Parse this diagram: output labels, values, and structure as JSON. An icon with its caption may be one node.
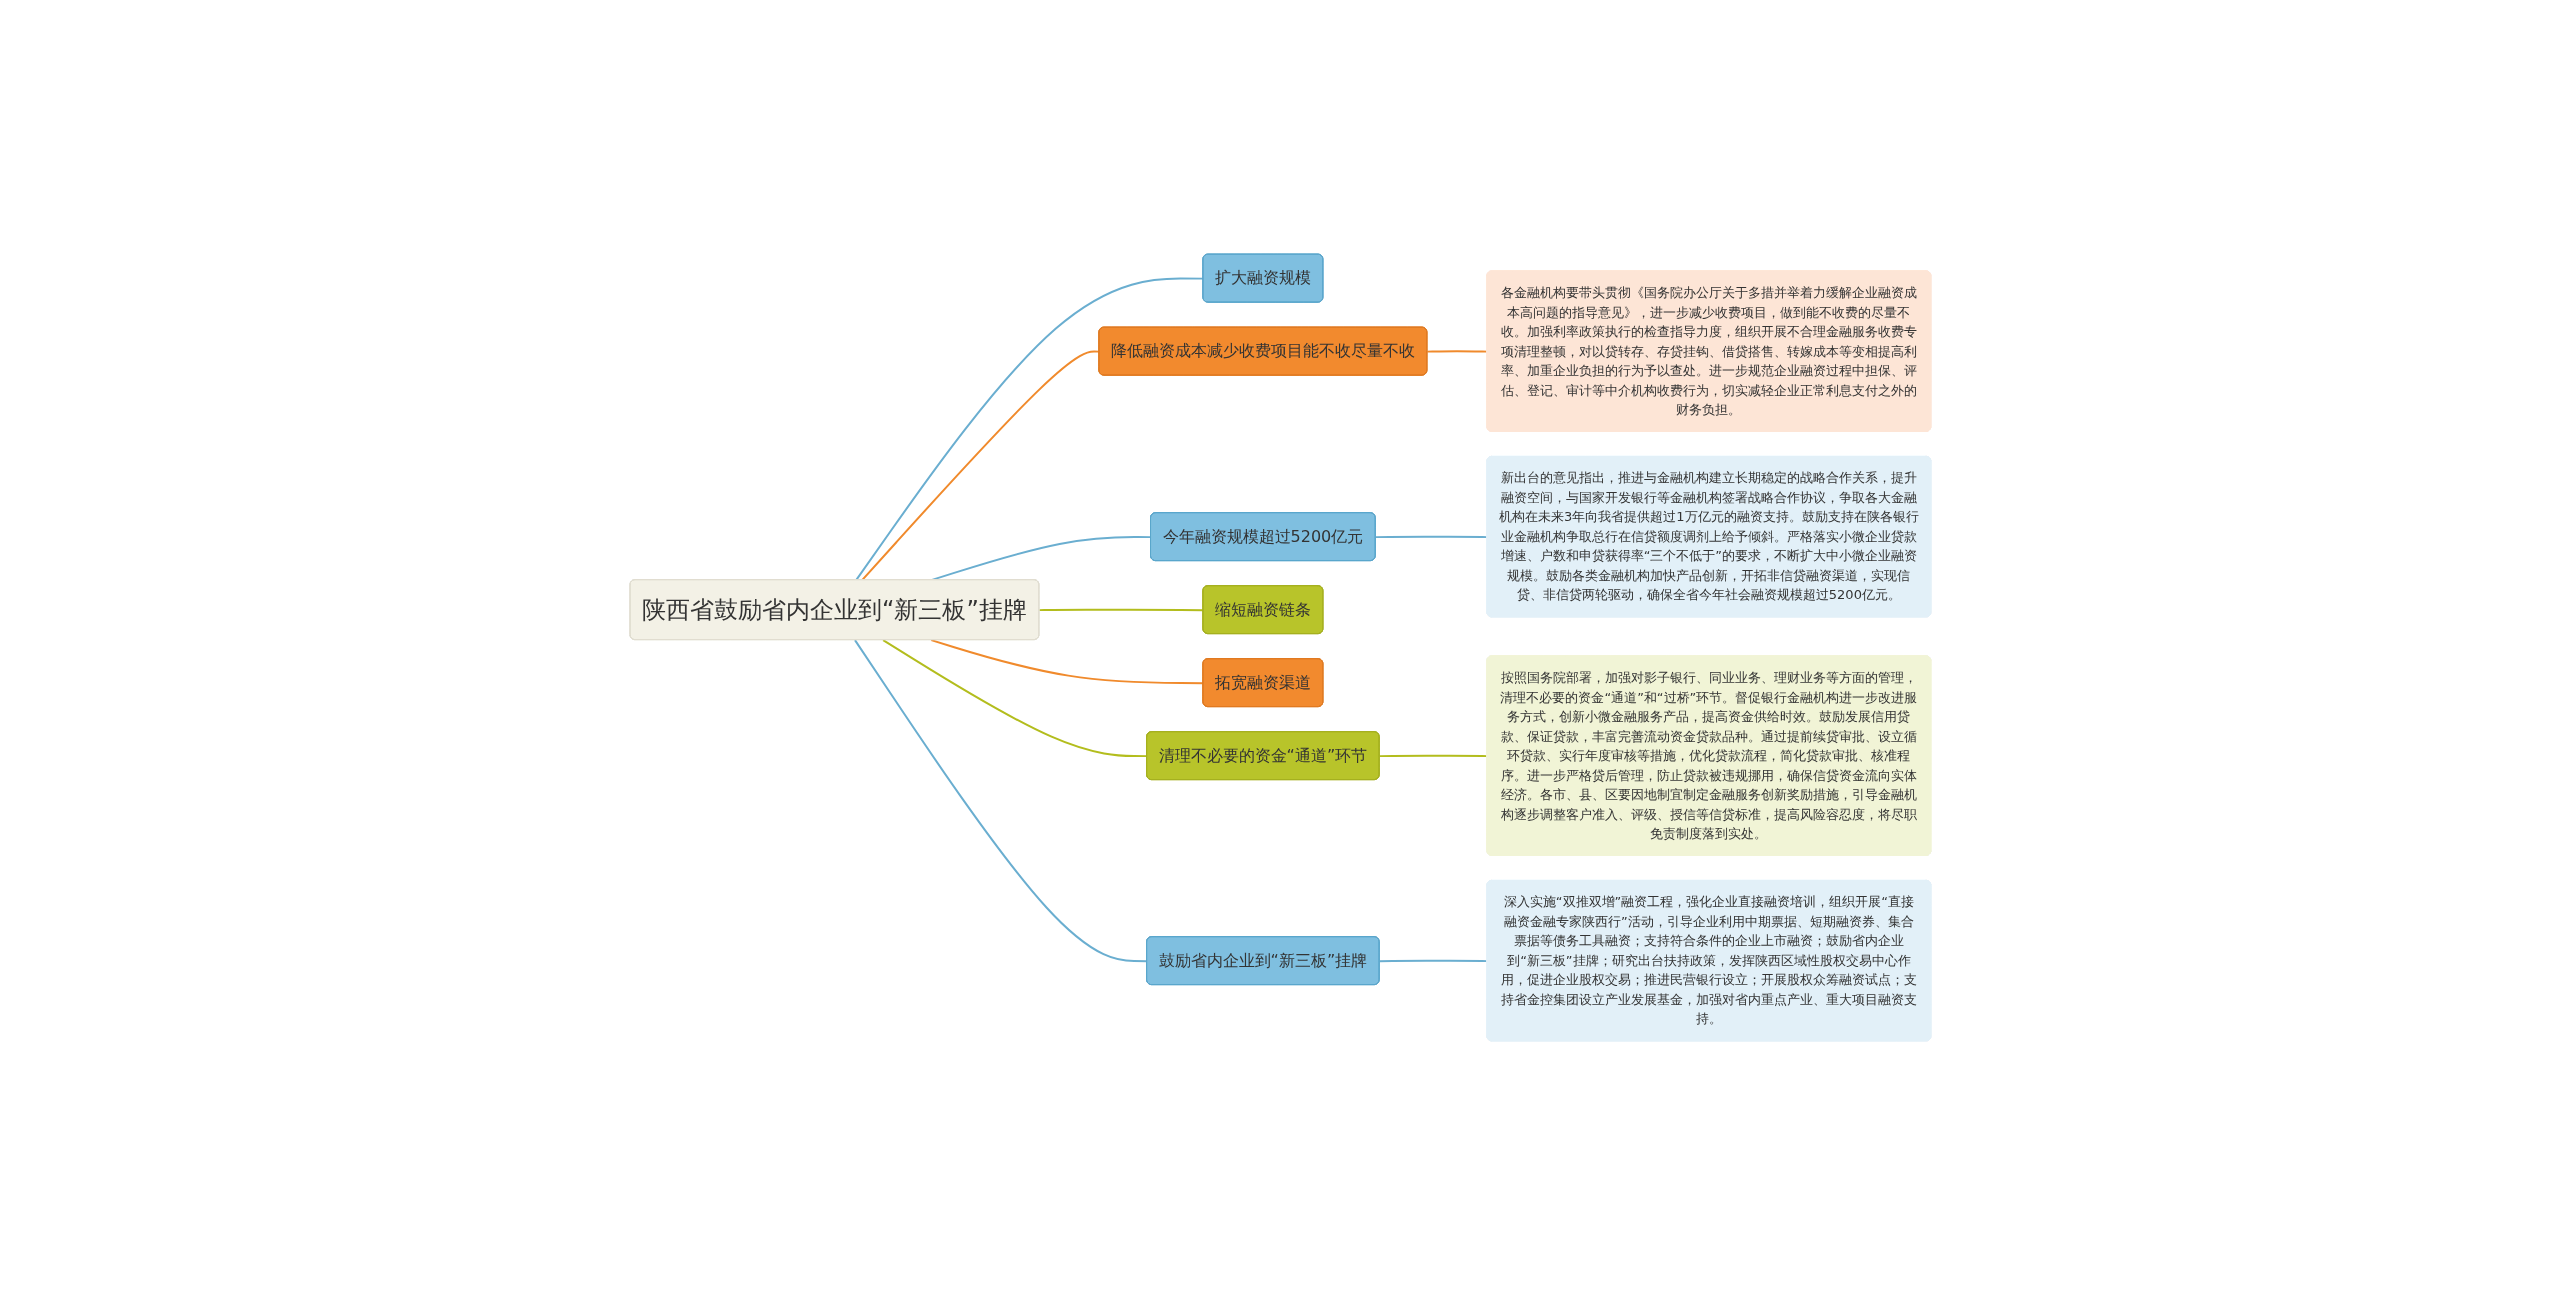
{
  "diagram": {
    "nodes": [
      {
        "text": [
          "陕西省鼓励省内企业到“新三板”挂牌"
        ]
      },
      {
        "text": [
          "扩大融资规模"
        ]
      },
      {
        "text": [
          "降低融资成本减少收费项目能不收尽量不收"
        ]
      },
      {
        "text": [
          "各金融机构要带头贯彻《国务院办公厅关于多措并举着力缓解企业融资成本高问题的指导意见》，进一步减少收费项目，做到能不收费的尽量不收。加强利率政策执行的检查指导力度，组织开展不合理金融服务收费专项清理整顿，对以贷转存、存贷挂钩、借贷搭售、转嫁成本等变相提高利率、加重企业负担的行为予以查处。进一步规范企业融资过程中担保、评估、登记、审计等中介机构收费行为，切实减轻企业正常利息支付之外的财务负担。"
        ]
      },
      {
        "text": [
          "今年融资规模超过5200亿元"
        ]
      },
      {
        "text": [
          "新出台的意见指出，推进与金融机构建立长期稳定的战略合作关系，提升融资空间，与国家开发银行等金融机构签署战略合作协议，争取各大金融机构在未来3年向我省提供超过1万亿元的融资支持。鼓励支持在陕各银行业金融机构争取总行在信贷额度调剂上给予倾斜。严格落实小微企业贷款增速、户数和申贷获得率“三个不低于”的要求，不断扩大中小微企业融资规模。鼓励各类金融机构加快产品创新，开拓非信贷融资渠道，实现信贷、非信贷两轮驱动，确保全省今年社会融资规模超过5200亿元。"
        ]
      },
      {
        "text": [
          "缩短融资链条"
        ]
      },
      {
        "text": [
          "拓宽融资渠道"
        ]
      },
      {
        "text": [
          "清理不必要的资金“通道”环节"
        ]
      },
      {
        "text": [
          "按照国务院部署，加强对影子银行、同业业务、理财业务等方面的管理，清理不必要的资金“通道”和“过桥”环节。督促银行金融机构进一步改进服务方式，创新小微金融服务产品，提高资金供给时效。鼓励发展信用贷款、保证贷款，丰富完善流动资金贷款品种。通过提前续贷审批、设立循环贷款、实行年度审核等措施，优化贷款流程，简化贷款审批、核准程序。进一步严格贷后管理，防止贷款被违规挪用，确保信贷资金流向实体经济。各市、县、区要因地制宜制定金融服务创新奖励措施，引导金融机构逐步调整客户准入、评级、授信等信贷标准，提高风险容忍度，将尽职免责制度落到实处。"
        ]
      },
      {
        "text": [
          "鼓励省内企业到“新三板”挂牌"
        ]
      },
      {
        "text": [
          "深入实施“双推双增”融资工程，强化企业直接融资培训，组织开展“直接融资金融专家陕西行”活动，引导企业利用中期票据、短期融资券、集合票据等债务工具融资；支持符合条件的企业上市融资；鼓励省内企业到“新三板”挂牌；研究出台扶持政策，发挥陕西区域性股权交易中心作用，促进企业股权交易；推进民营银行设立；开展股权众筹融资试点；支持省金控集团设立产业发展基金，加强对省内重点产业、重大项目融资支持。"
        ]
      }
    ],
    "edges": [
      {
        "from": 0,
        "to": 1,
        "arrow": "none"
      },
      {
        "from": 0,
        "to": 2,
        "arrow": "none",
        "color": "#f08a2c"
      },
      {
        "from": 2,
        "to": 3,
        "arrow": "none",
        "color": "#f08a2c"
      },
      {
        "from": 0,
        "to": 4,
        "arrow": "none"
      },
      {
        "from": 4,
        "to": 5,
        "arrow": "none"
      },
      {
        "from": 0,
        "to": 6,
        "arrow": "none",
        "color": "#b3bd1d"
      },
      {
        "from": 0,
        "to": 7,
        "arrow": "none",
        "color": "#f08a2c"
      },
      {
        "from": 0,
        "to": 8,
        "arrow": "none",
        "color": "#b3bd1d"
      },
      {
        "from": 8,
        "to": 9,
        "arrow": "none",
        "color": "#b3bd1d"
      },
      {
        "from": 0,
        "to": 10,
        "arrow": "none"
      },
      {
        "from": 10,
        "to": 11,
        "arrow": "none"
      }
    ]
  }
}
